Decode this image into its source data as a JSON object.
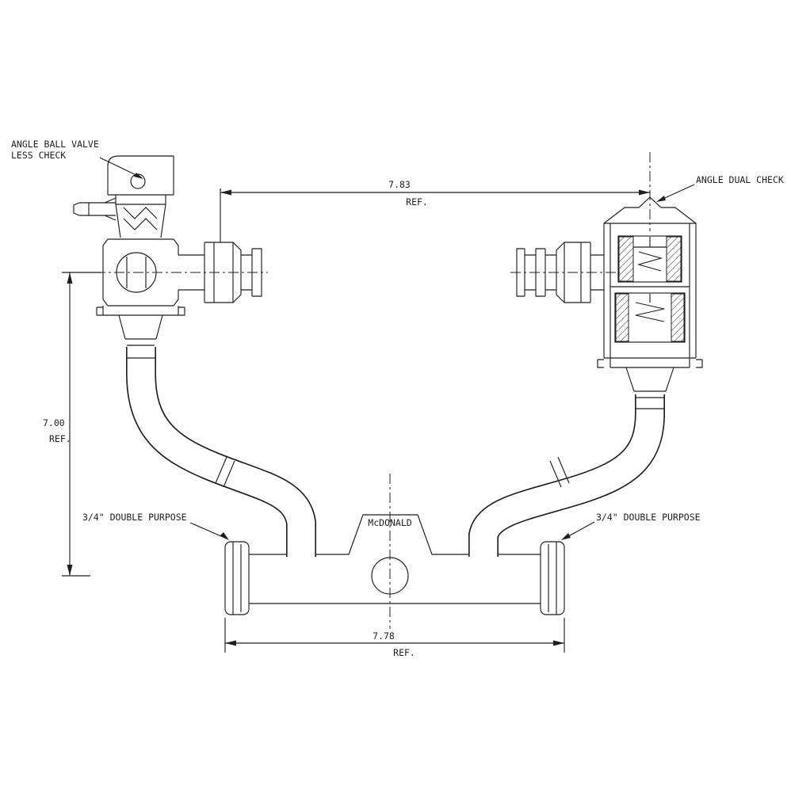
{
  "drawing": {
    "labels": {
      "angle_ball_valve_line1": "ANGLE BALL VALVE",
      "angle_ball_valve_line2": "LESS CHECK",
      "angle_dual_check": "ANGLE DUAL CHECK",
      "double_purpose_left": "3/4\" DOUBLE PURPOSE",
      "double_purpose_right": "3/4\" DOUBLE PURPOSE",
      "brand": "McDONALD"
    },
    "dimensions": {
      "top": {
        "value": "7.83",
        "ref": "REF."
      },
      "left": {
        "value": "7.00",
        "ref": "REF."
      },
      "bottom": {
        "value": "7.78",
        "ref": "REF."
      }
    },
    "colors": {
      "line": "#1f1f1f",
      "background": "#ffffff"
    }
  }
}
